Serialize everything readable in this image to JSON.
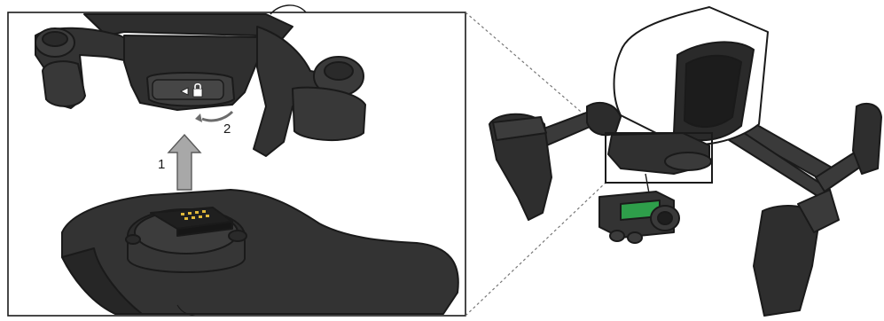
{
  "figure": {
    "steps": [
      {
        "number": "1",
        "action": "lift-up-arrow"
      },
      {
        "number": "2",
        "action": "rotate-arrow"
      }
    ],
    "icons": [
      "arrow-left-icon",
      "lock-icon"
    ],
    "colors": {
      "outline": "#1a1a1a",
      "part_fill": "#3a3a3a",
      "part_shade": "#262626",
      "arrow_fill": "#a8a8a8",
      "connector_pins": "#e0b83a",
      "shell": "#ffffff",
      "green_part": "#2e9e4a",
      "connector_lines": "#777777"
    }
  }
}
